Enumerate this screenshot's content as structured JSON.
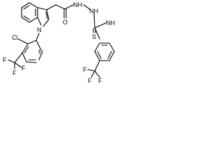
{
  "structure": {
    "atom_labels": {
      "chlorine": "Cl",
      "carbonyl_oxygen": "O",
      "hydrazide_nh_1": "NH",
      "hydrazide_nh_2": "NH",
      "indole_nitrogen": "N",
      "pyridine_nitrogen": "N",
      "thiocarbonyl_sulfur": "S",
      "anilide_nh": "NH",
      "fluorine_label": "F"
    }
  },
  "colors": {
    "bond": "#000000",
    "text": "#000000",
    "background": "#ffffff"
  }
}
